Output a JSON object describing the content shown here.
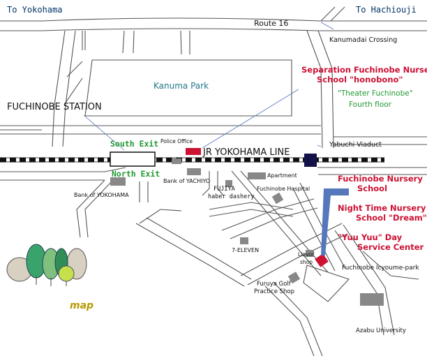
{
  "title": "map",
  "directions": {
    "to_yokohama": "To Yokohama",
    "to_hachiouji": "To Hachiouji"
  },
  "roads": {
    "route16": "Route 16",
    "kanumadai_crossing": "Kanumadai Crossing",
    "yabuchi_viaduct": "Yabuchi Viaduct"
  },
  "landmarks": {
    "kanuma_park": "Kanuma Park",
    "fuchinobe_station": "FUCHINOBE STATION",
    "south_exit": "South Exit",
    "north_exit": "North Exit",
    "police_office": "Police Office",
    "jr_line": "JR YOKOHAMA LINE",
    "bank_yachiyo": "Bank of YACHIYO",
    "bank_yokohama": "Bank of YOKOHAMA",
    "fujiya_line1": "FUJIYA",
    "fujiya_line2": "haber dashery",
    "apartment": "Apartment",
    "fuchinobe_hospital": "Fuchinobe Hospital",
    "seven_eleven": "7-ELEVEN",
    "liquor_shop_line1": "Liquor",
    "liquor_shop_line2": "shop",
    "furuya_line1": "Furuya Golf",
    "furuya_line2": "Practice Shop",
    "icyoume_park": "Fuchinobe Icyoume-park",
    "azabu_university": "Azabu University"
  },
  "facilities": {
    "separation_line1": "Separation Fuchinobe Nursery",
    "separation_line2": "School \"honobono\"",
    "theater_line1": "\"Theater Fuchinobe\"",
    "theater_line2": "Fourth floor",
    "nursery_line1": "Fuchinobe Nursery",
    "nursery_line2": "School",
    "night_line1": "Night Time Nursery",
    "night_line2": "School \"Dream\"",
    "yuuyuu_line1": "\"Yuu Yuu\" Day",
    "yuuyuu_line2": "Service Center"
  },
  "colors": {
    "road_line": "#555555",
    "building_gray": "#888888",
    "facility_red": "#cc1133",
    "label_blue": "#003366",
    "park_teal": "#227788",
    "exit_green": "#229933",
    "station_dark": "#121248",
    "pointer_blue": "#5577bb",
    "map_gold": "#b89a00"
  }
}
